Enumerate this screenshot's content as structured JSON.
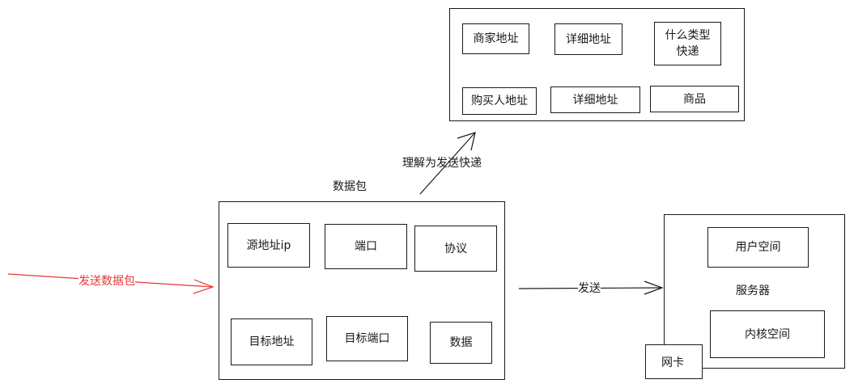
{
  "express_box": {
    "cells": [
      "商家地址",
      "详细地址",
      "什么类型\n快递",
      "购买人地址",
      "详细地址",
      "商品"
    ]
  },
  "packet": {
    "title": "数据包",
    "cells": [
      "源地址ip",
      "端口",
      "协议",
      "目标地址",
      "目标端口",
      "数据"
    ]
  },
  "server": {
    "user_space": "用户空间",
    "label": "服务器",
    "kernel_space": "内核空间",
    "nic": "网卡"
  },
  "arrows": {
    "understand": "理解为发送快递",
    "send_packet": "发送数据包",
    "send": "发送"
  },
  "colors": {
    "stroke": "#1a1a1a",
    "incoming_arrow": "#e53935"
  }
}
